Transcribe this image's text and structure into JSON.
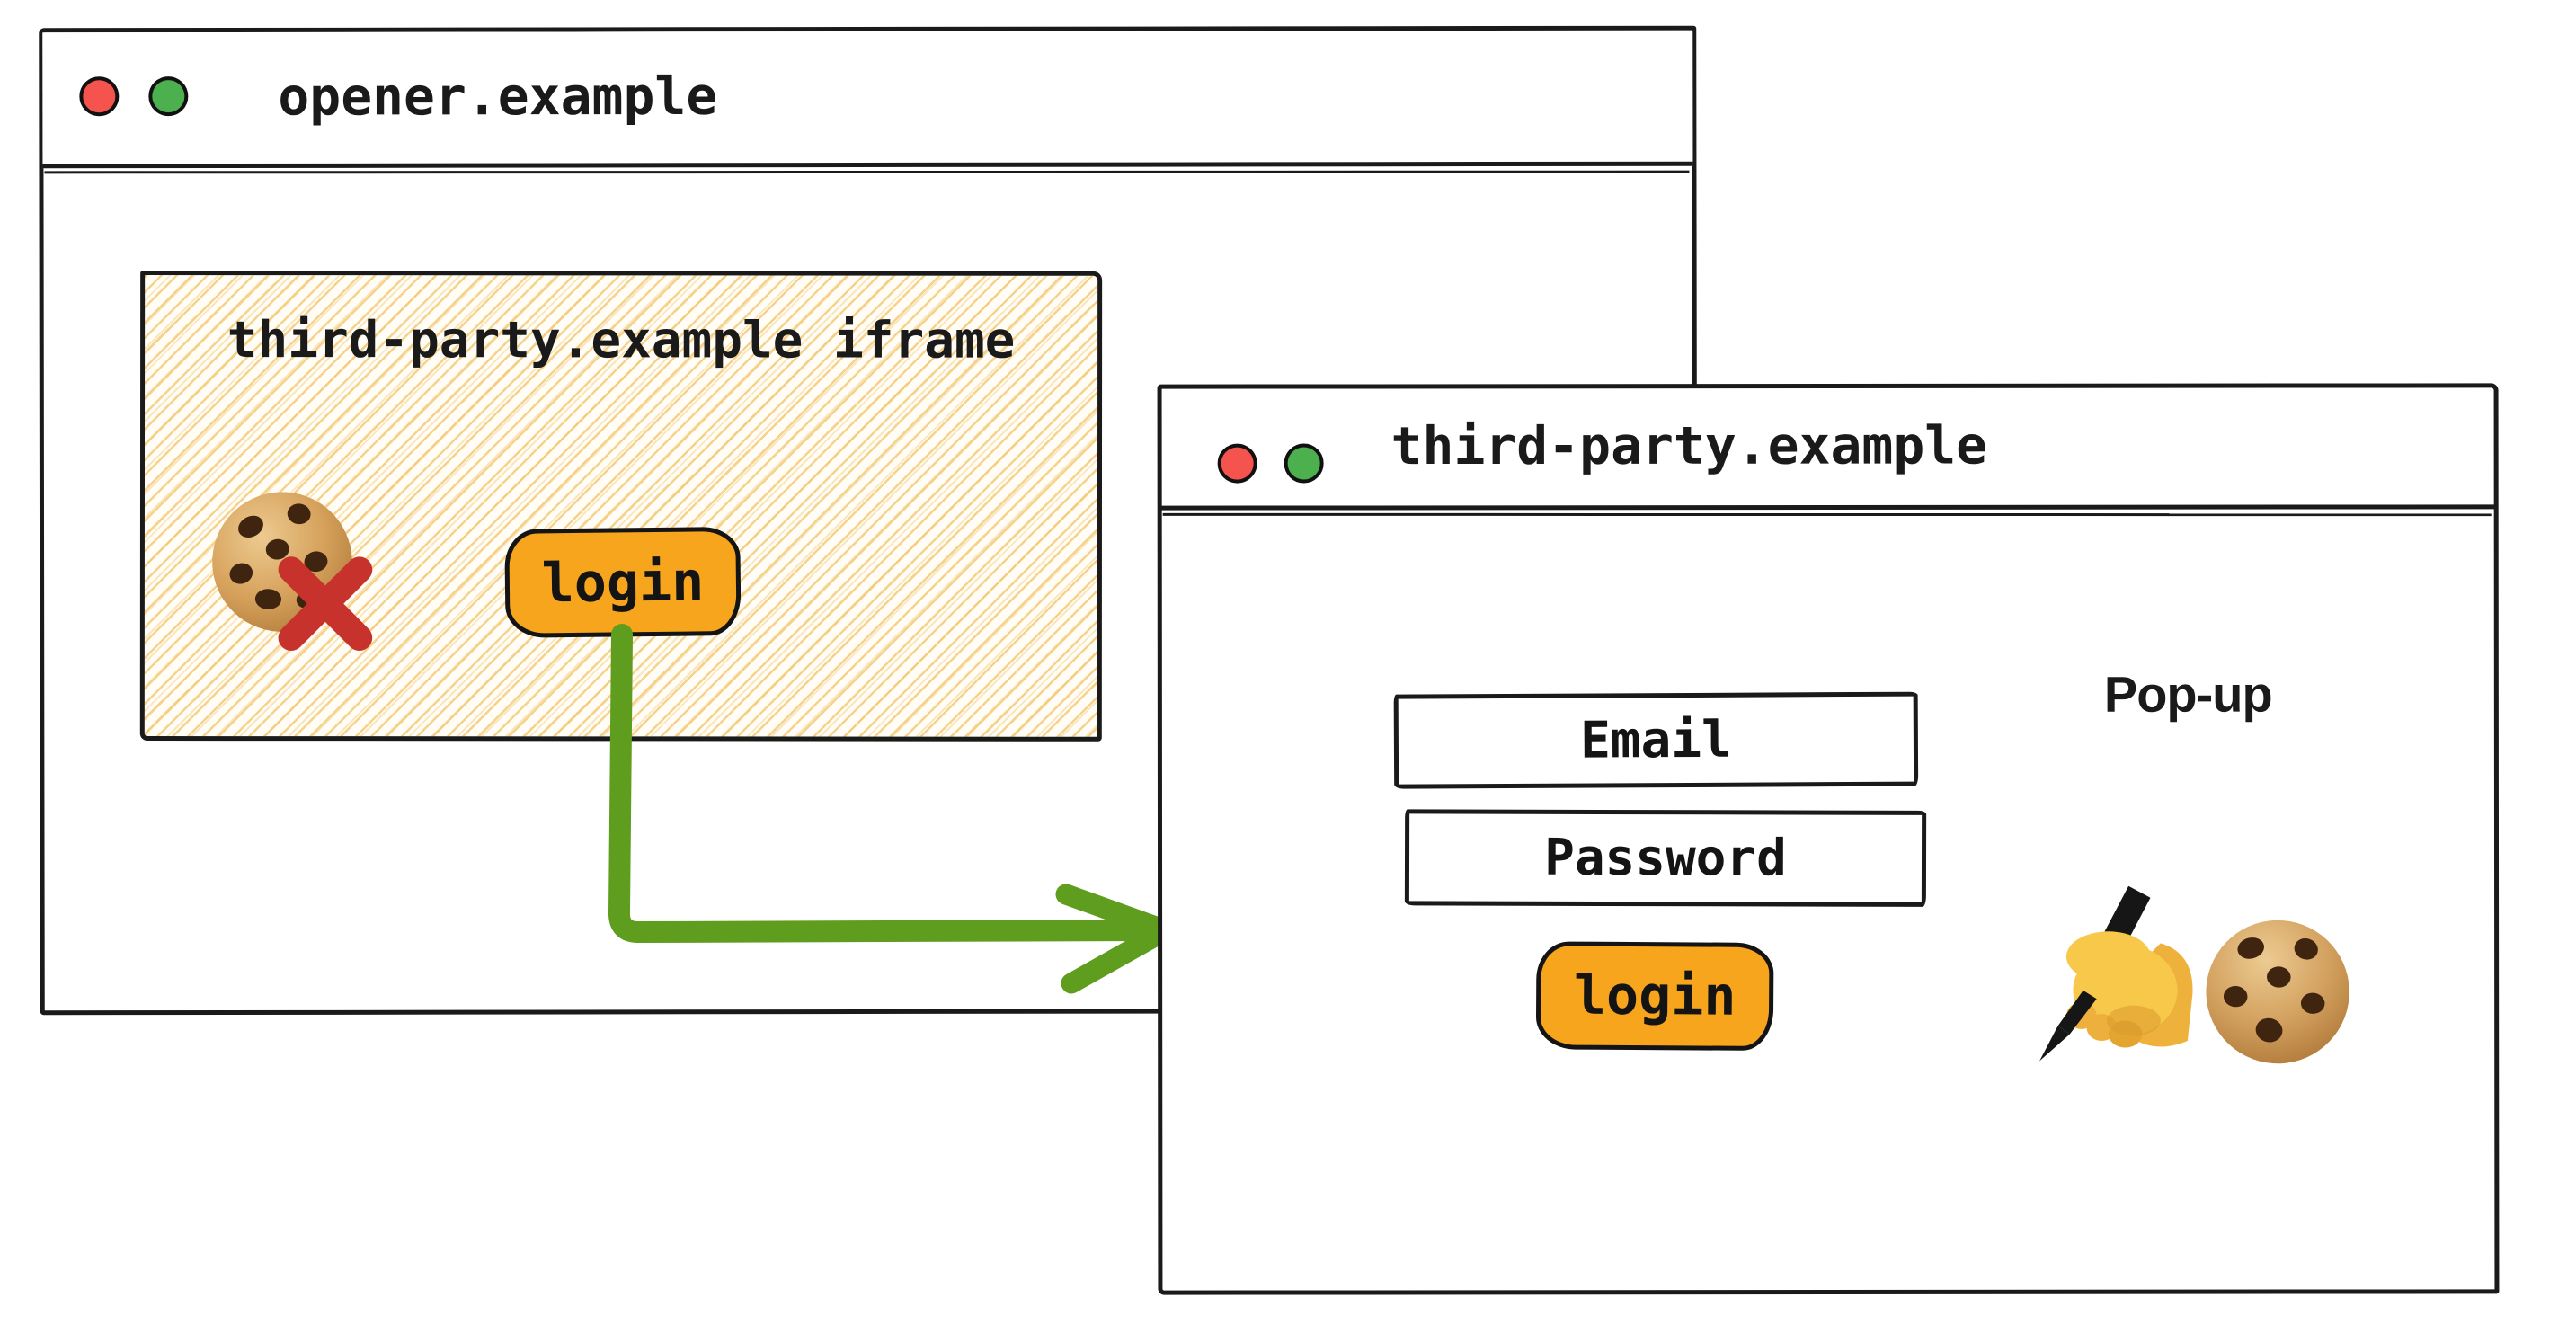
{
  "opener": {
    "title": "opener.example",
    "iframe": {
      "label": "third-party.example iframe",
      "login_button_label": "login",
      "cookie_icon": "cookie-icon",
      "blocked_icon": "red-cross-icon"
    }
  },
  "popup": {
    "title": "third-party.example",
    "annotation": "Pop-up",
    "fields": [
      {
        "label": "Email"
      },
      {
        "label": "Password"
      }
    ],
    "login_button_label": "login",
    "signing_icon": "writing-hand-icon",
    "cookie_icon": "cookie-icon"
  },
  "arrow": {
    "icon": "green-arrow",
    "from": "iframe login button",
    "to": "popup window"
  },
  "colors": {
    "ink": "#1a1a1a",
    "button_fill": "#f7a51d",
    "arrow_green": "#5f9d1e",
    "cross_red": "#c7322d",
    "traffic_red": "#f4534e",
    "traffic_green": "#4cb04f",
    "hatch_line": "#f3c468",
    "hatch_bg": "#fffdf6"
  }
}
